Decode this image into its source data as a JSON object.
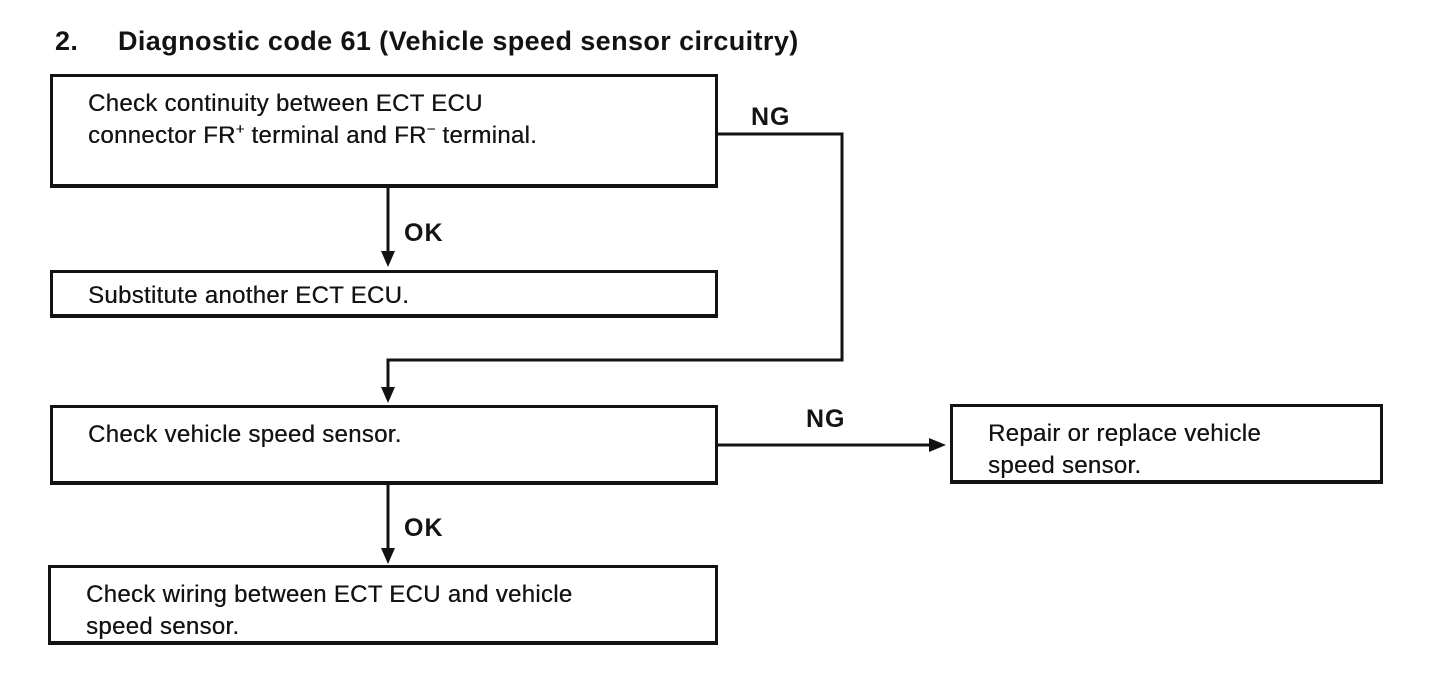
{
  "title": {
    "number": "2.",
    "text": "Diagnostic code 61 (Vehicle speed sensor circuitry)"
  },
  "colors": {
    "ink": "#131313",
    "paper": "#ffffff"
  },
  "boxes": {
    "check_continuity": {
      "line1": "Check continuity between ECT ECU",
      "line2_pre": "connector FR",
      "line2_sup_plus": "+",
      "line2_mid": " terminal and FR",
      "line2_sup_minus": "−",
      "line2_end": " terminal."
    },
    "substitute": {
      "line1": "Substitute another ECT ECU."
    },
    "check_sensor": {
      "line1": "Check vehicle speed sensor."
    },
    "repair": {
      "line1": "Repair or replace vehicle",
      "line2": "speed sensor."
    },
    "check_wiring": {
      "line1": "Check wiring between ECT ECU and vehicle",
      "line2": "speed sensor."
    }
  },
  "edge_labels": {
    "ng_from_continuity": "NG",
    "ok_from_continuity": "OK",
    "ng_from_sensor": "NG",
    "ok_from_sensor": "OK"
  }
}
